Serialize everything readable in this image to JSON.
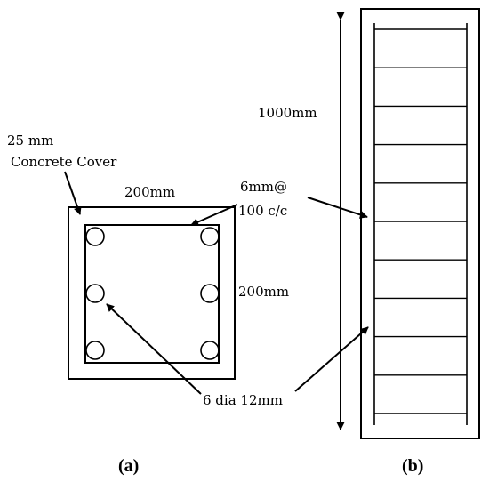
{
  "labels": {
    "cover_line1": "25 mm",
    "cover_line2": "Concrete Cover",
    "width": "200mm",
    "height_section": "200mm",
    "stirrup_line1": "6mm@",
    "stirrup_line2": "100 c/c",
    "bars": "6 dia 12mm",
    "length": "1000mm",
    "sub_a": "(a)",
    "sub_b": "(b)"
  },
  "reinforcement": {
    "longitudinal_bars": 6,
    "stirrup_count": 11
  }
}
